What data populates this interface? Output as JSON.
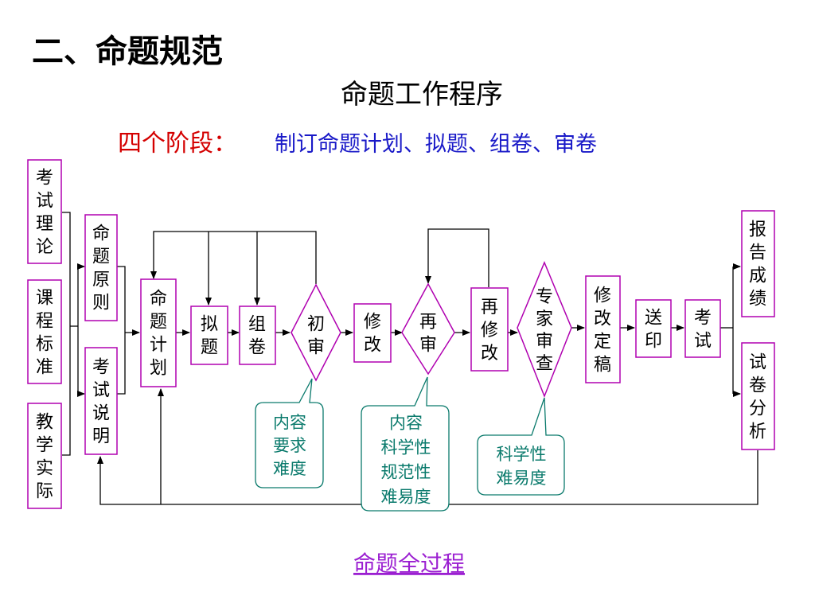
{
  "section_title": "二、命题规范",
  "subtitle": "命题工作程序",
  "stages": {
    "label": "四个阶段：",
    "items": "制订命题计划、拟题、组卷、审卷"
  },
  "nodes": {
    "kaoshi_lilun": "考试理论",
    "kecheng_biaozhun": "课程标准",
    "jiaoxue_shiji": "教学实际",
    "mingti_yuanze": "命题原则",
    "kaoshi_shuoming": "考试说明",
    "mingti_jihua": "命题计划",
    "niti": "拟题",
    "zujuan": "组卷",
    "chushen": "初审",
    "xiugai": "修改",
    "zaishen": "再审",
    "zai_xiugai": "再修改",
    "zhuanjia_shencha": "专家审查",
    "xiugai_dinggao": "修改定稿",
    "songyin": "送印",
    "kaoshi": "考试",
    "baogao_chengji": "报告成绩",
    "shijuan_fenxi": "试卷分析"
  },
  "callouts": {
    "chushen_notes": [
      "内容",
      "要求",
      "难度"
    ],
    "zaishen_notes": [
      "内容",
      "科学性",
      "规范性",
      "难易度"
    ],
    "zhuanjia_notes": [
      "科学性",
      "难易度"
    ]
  },
  "footer_link": "命题全过程",
  "colors": {
    "box_border": "#b000b0",
    "callout_text": "#0a7a6c",
    "stage_label": "#d40000",
    "stage_items": "#1a1ac8",
    "link": "#9b1fd1"
  }
}
